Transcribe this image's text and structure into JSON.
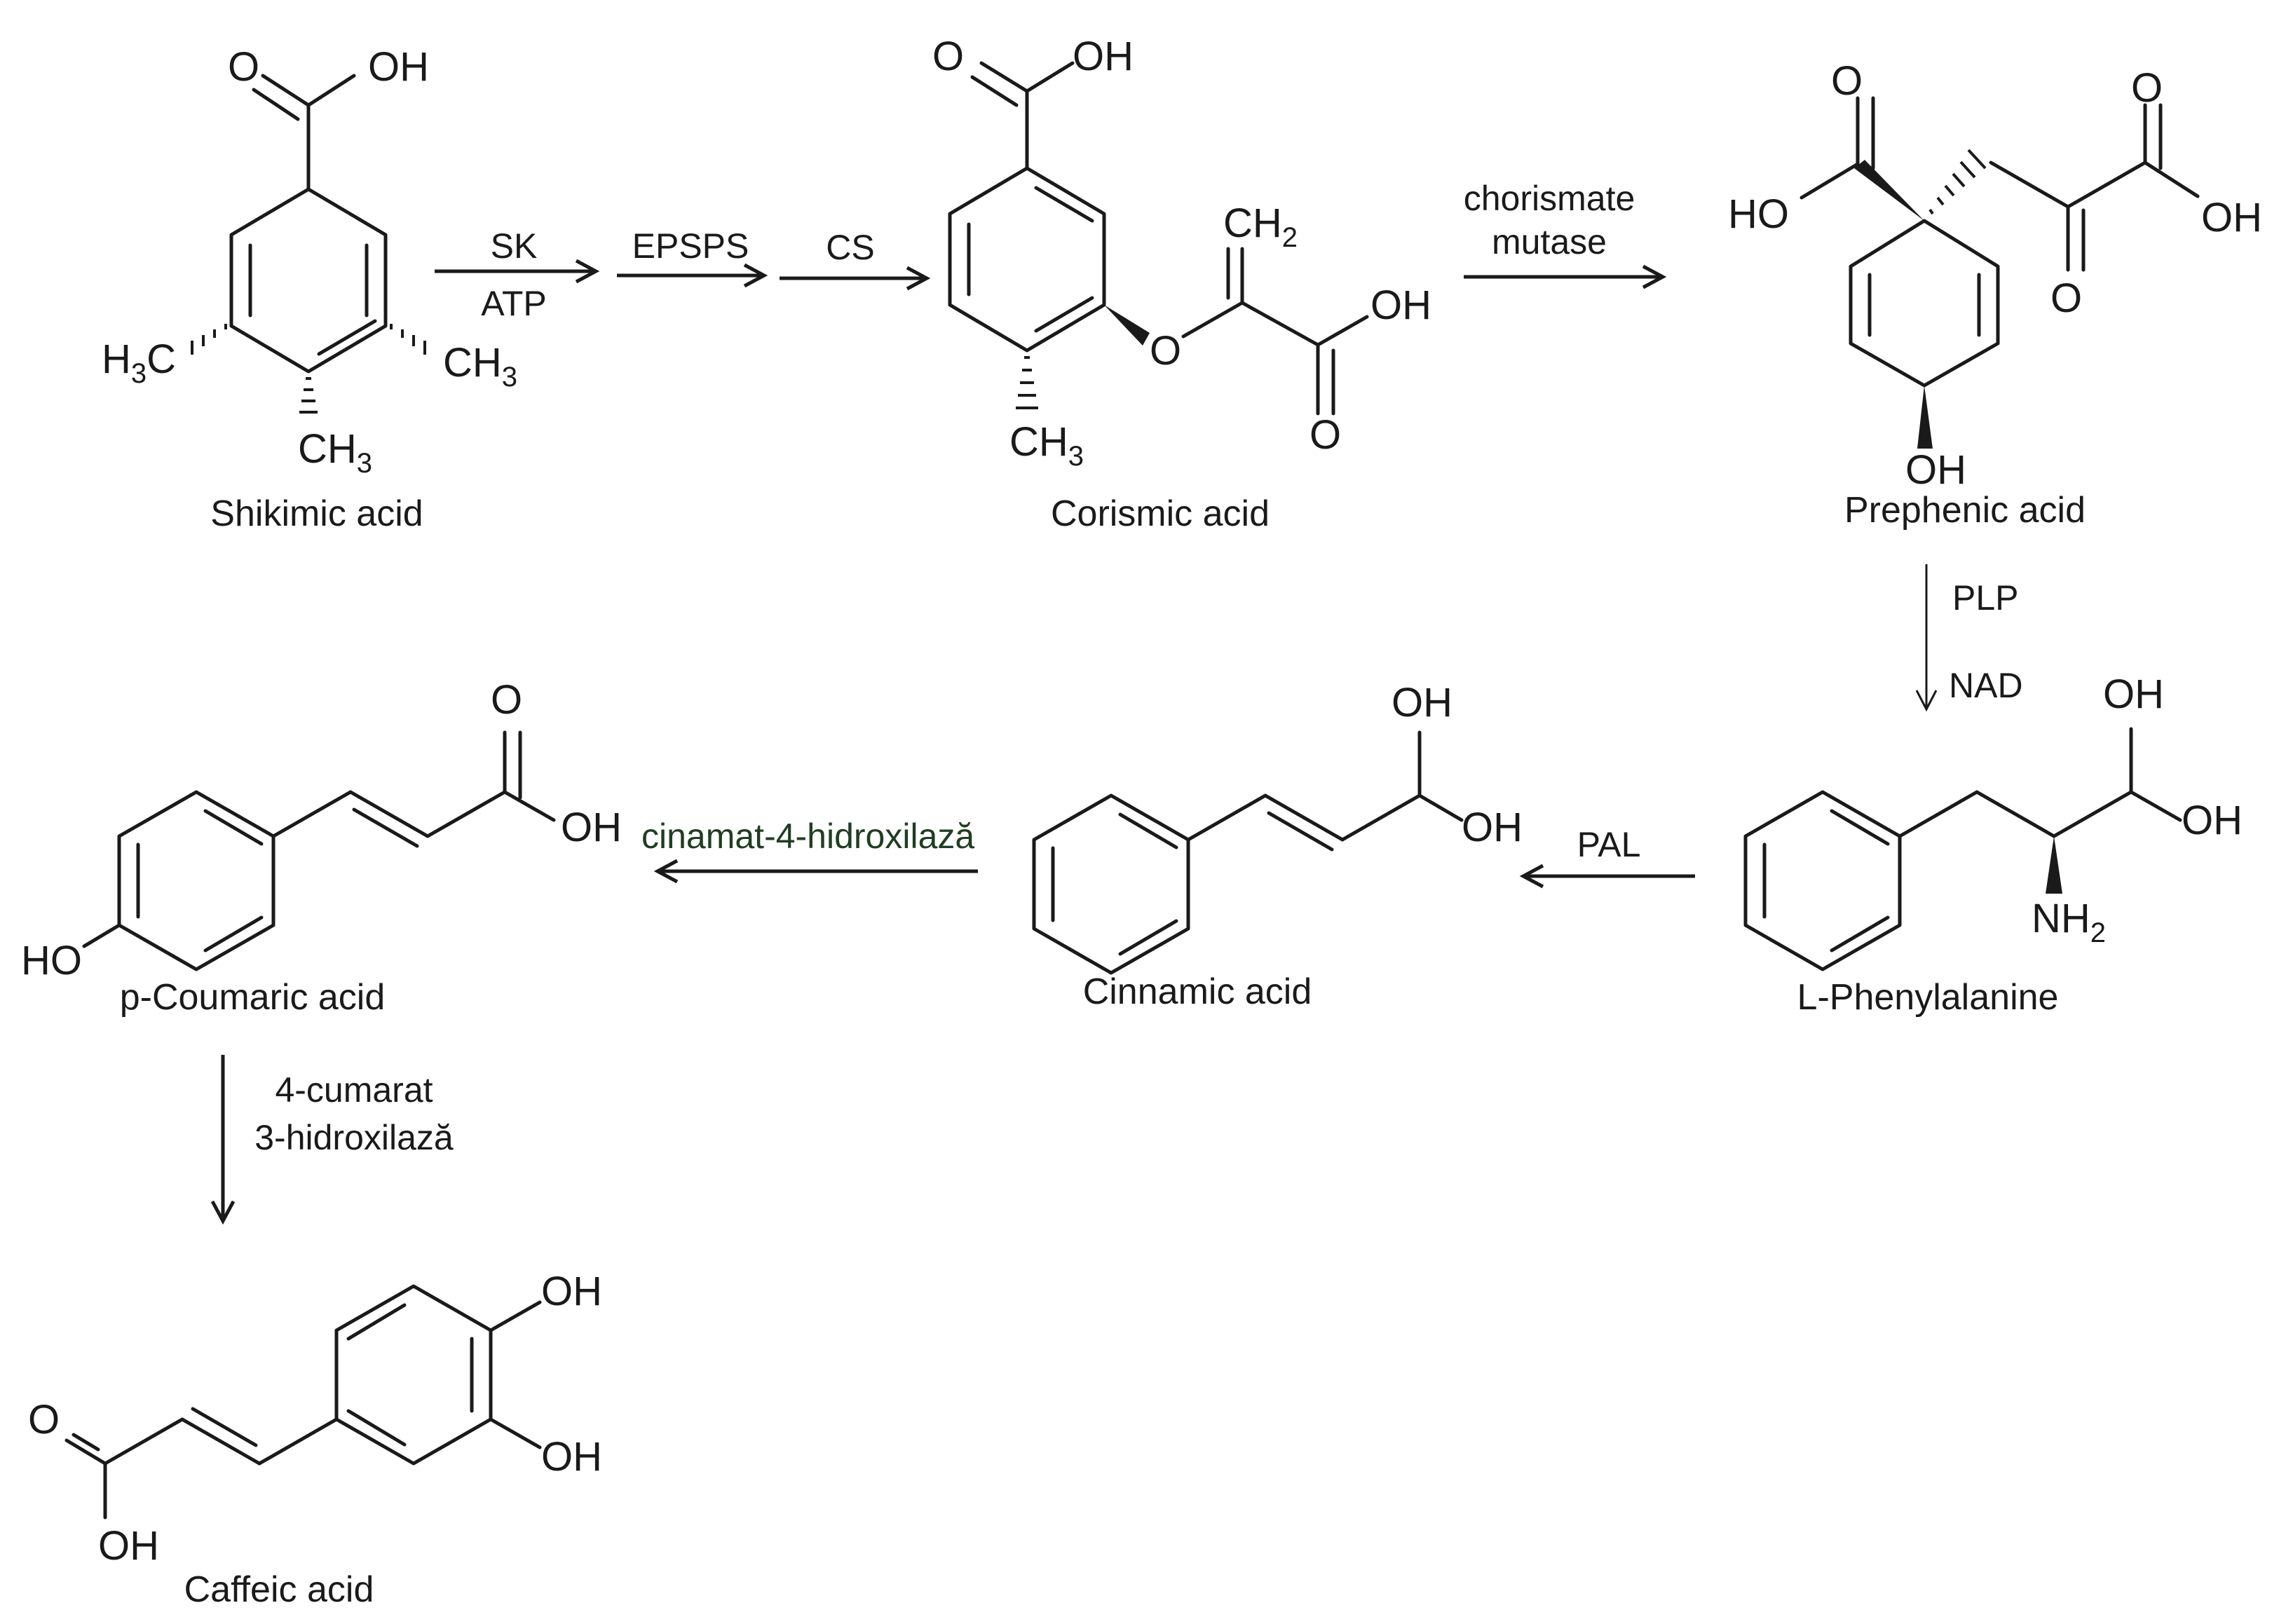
{
  "compounds": {
    "shikimic": {
      "name": "Shikimic acid"
    },
    "corismic": {
      "name": "Corismic acid"
    },
    "prephenic": {
      "name": "Prephenic acid"
    },
    "phenylalanine": {
      "name": "L-Phenylalanine"
    },
    "cinnamic": {
      "name": "Cinnamic acid"
    },
    "coumaric": {
      "name": "p-Coumaric acid"
    },
    "caffeic": {
      "name": "Caffeic acid"
    }
  },
  "atoms": {
    "O": "O",
    "OH": "OH",
    "HO": "HO",
    "H": "H",
    "C": "C",
    "CH": "CH",
    "N": "N",
    "NH": "NH",
    "sub3": "3",
    "sub2": "2"
  },
  "enzymes": {
    "sk": "SK",
    "atp": "ATP",
    "epsps": "EPSPS",
    "cs": "CS",
    "chorismate_line1": "chorismate",
    "chorismate_line2": "mutase",
    "plp": "PLP",
    "nad": "NAD",
    "pal": "PAL",
    "c4h": "cinamat-4-hidroxilază",
    "c3h_line1": "4-cumarat",
    "c3h_line2": "3-hidroxilază"
  },
  "colors": {
    "ink": "#1a1a1a",
    "c4h_label": "#1f3d22",
    "background": "#ffffff"
  }
}
